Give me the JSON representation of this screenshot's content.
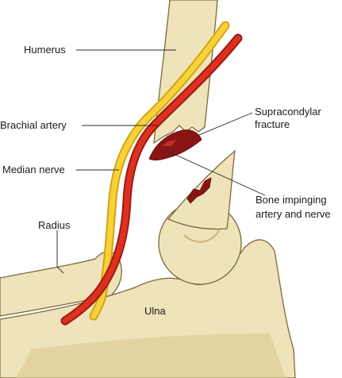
{
  "labels": {
    "humerus": "Humerus",
    "supracondylar_line1": "Supracondylar",
    "supracondylar_line2": "fracture",
    "brachial_artery": "Brachial artery",
    "median_nerve": "Median nerve",
    "bone_impinging_line1": "Bone impinging",
    "bone_impinging_line2": "artery and nerve",
    "radius": "Radius",
    "ulna": "Ulna"
  },
  "colors": {
    "bone": "#efe3b9",
    "bone_outline": "#7b6a3c",
    "artery": "#d42a1c",
    "nerve": "#f5c518",
    "fracture_wound": "#8a1414"
  }
}
